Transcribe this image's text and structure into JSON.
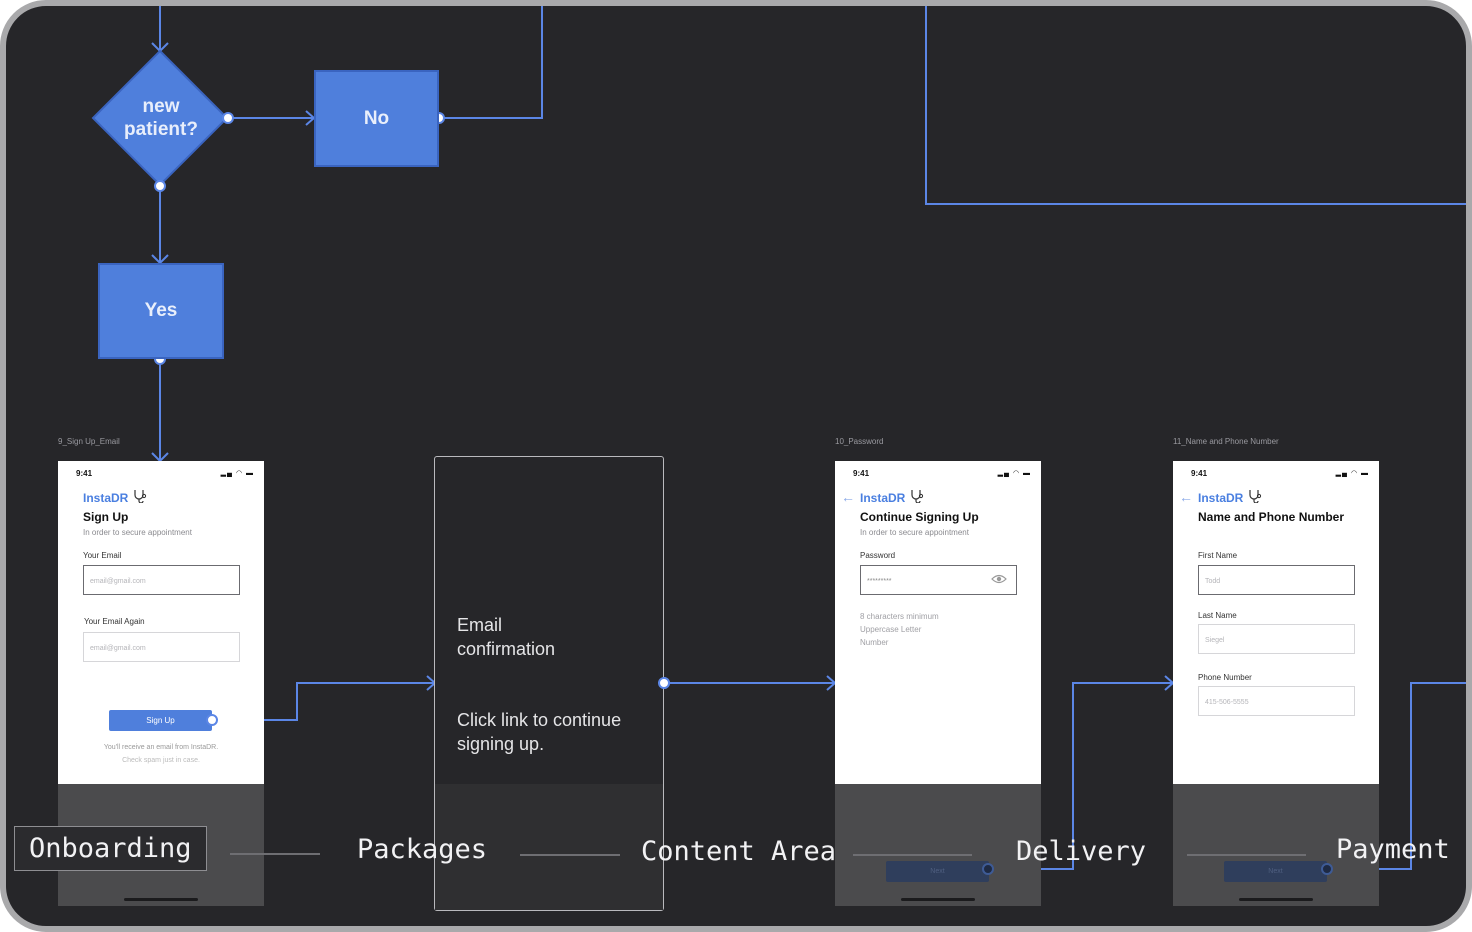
{
  "flow": {
    "decision": "new patient?",
    "no_label": "No",
    "yes_label": "Yes"
  },
  "screens": {
    "signup": {
      "frame_label": "9_Sign Up_Email",
      "time": "9:41",
      "brand": "InstaDR",
      "title": "Sign Up",
      "subtitle": "In order to secure appointment",
      "email_label": "Your Email",
      "email_placeholder": "email@gmail.com",
      "email_again_label": "Your Email Again",
      "email_again_placeholder": "email@gmail.com",
      "button": "Sign Up",
      "hint1": "You'll receive an email from InstaDR.",
      "hint2": "Check spam just in case."
    },
    "email_confirmation": {
      "title": "Email confirmation",
      "body": "Click link to continue signing up."
    },
    "password": {
      "frame_label": "10_Password",
      "time": "9:41",
      "brand": "InstaDR",
      "title": "Continue Signing Up",
      "subtitle": "In order to secure appointment",
      "password_label": "Password",
      "password_value": "*********",
      "rule1": "8 characters minimum",
      "rule2": "Uppercase Letter",
      "rule3": "Number",
      "next": "Next"
    },
    "name_phone": {
      "frame_label": "11_Name and Phone Number",
      "time": "9:41",
      "brand": "InstaDR",
      "title": "Name and Phone Number",
      "first_label": "First Name",
      "first_placeholder": "Todd",
      "last_label": "Last Name",
      "last_placeholder": "Siegel",
      "phone_label": "Phone Number",
      "phone_placeholder": "415-506-5555",
      "next": "Next"
    }
  },
  "tabs": [
    {
      "label": "Onboarding",
      "active": true
    },
    {
      "label": "Packages",
      "active": false
    },
    {
      "label": "Content Area",
      "active": false
    },
    {
      "label": "Delivery",
      "active": false
    },
    {
      "label": "Payment",
      "active": false
    }
  ],
  "colors": {
    "background": "#262629",
    "accent": "#4f7fdc",
    "wire": "#5b86e6"
  }
}
